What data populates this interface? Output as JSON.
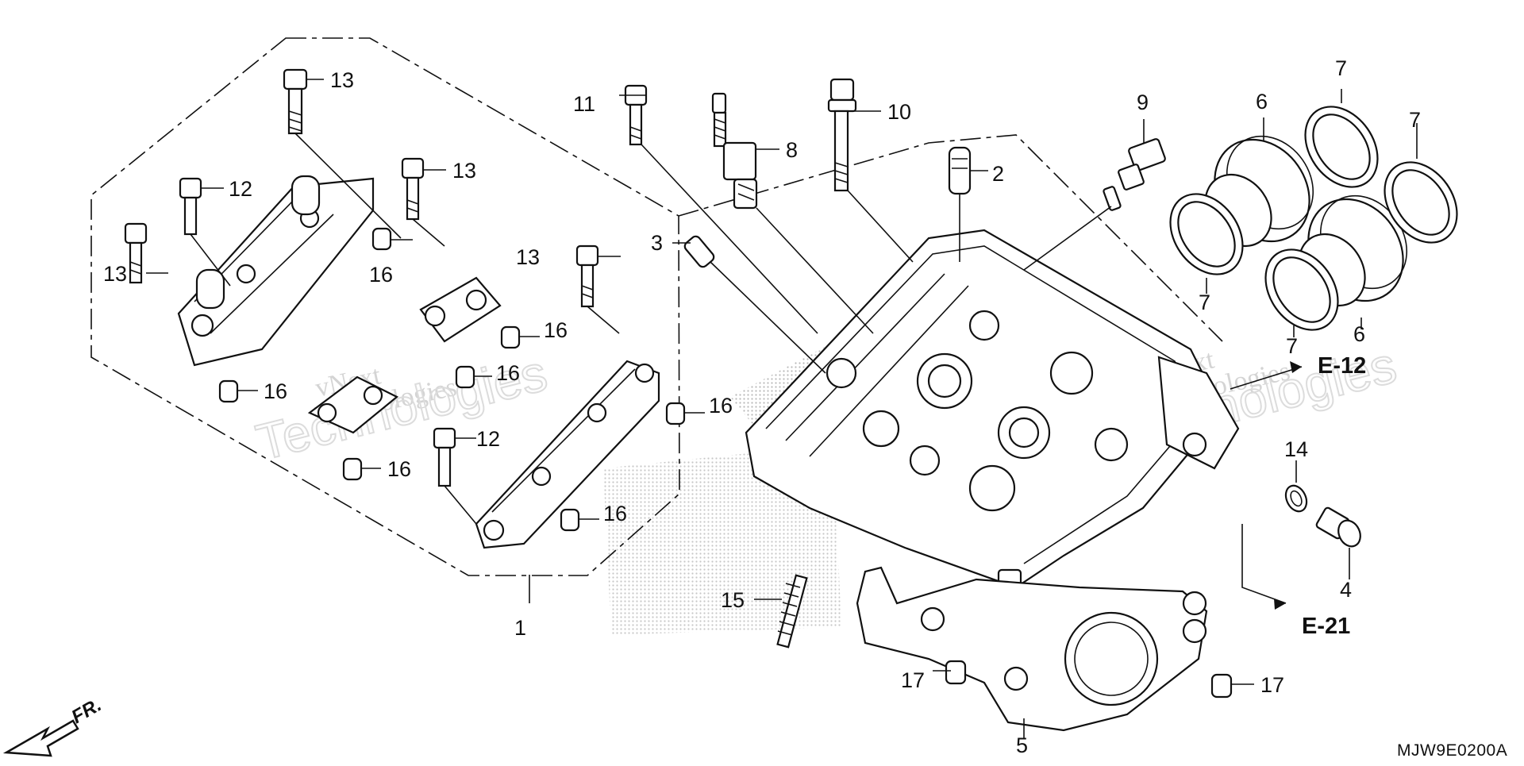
{
  "callouts": [
    {
      "id": "c1",
      "label": "1"
    },
    {
      "id": "c2",
      "label": "2"
    },
    {
      "id": "c3",
      "label": "3"
    },
    {
      "id": "c4",
      "label": "4"
    },
    {
      "id": "c5",
      "label": "5"
    },
    {
      "id": "c6a",
      "label": "6"
    },
    {
      "id": "c6b",
      "label": "6"
    },
    {
      "id": "c7a",
      "label": "7"
    },
    {
      "id": "c7b",
      "label": "7"
    },
    {
      "id": "c7c",
      "label": "7"
    },
    {
      "id": "c7d",
      "label": "7"
    },
    {
      "id": "c8",
      "label": "8"
    },
    {
      "id": "c9",
      "label": "9"
    },
    {
      "id": "c10",
      "label": "10"
    },
    {
      "id": "c11",
      "label": "11"
    },
    {
      "id": "c12a",
      "label": "12"
    },
    {
      "id": "c12b",
      "label": "12"
    },
    {
      "id": "c13a",
      "label": "13"
    },
    {
      "id": "c13b",
      "label": "13"
    },
    {
      "id": "c13c",
      "label": "13"
    },
    {
      "id": "c13d",
      "label": "13"
    },
    {
      "id": "c14",
      "label": "14"
    },
    {
      "id": "c15",
      "label": "15"
    },
    {
      "id": "c16a",
      "label": "16"
    },
    {
      "id": "c16b",
      "label": "16"
    },
    {
      "id": "c16c",
      "label": "16"
    },
    {
      "id": "c16d",
      "label": "16"
    },
    {
      "id": "c16e",
      "label": "16"
    },
    {
      "id": "c16f",
      "label": "16"
    },
    {
      "id": "c16g",
      "label": "16"
    },
    {
      "id": "c17a",
      "label": "17"
    },
    {
      "id": "c17b",
      "label": "17"
    }
  ],
  "references": {
    "e12": "E-12",
    "e21": "E-21"
  },
  "direction_label": "FR.",
  "diagram_code": "MJW9E0200A",
  "watermark": {
    "line1": "vNext",
    "line2": "Technologies"
  }
}
